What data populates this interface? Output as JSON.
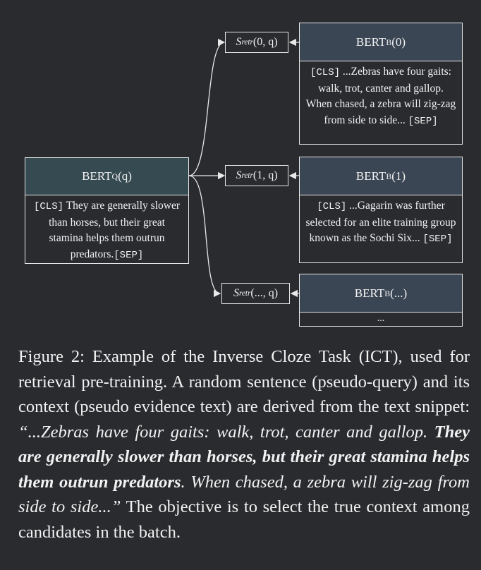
{
  "query_box": {
    "title_main": "BERT",
    "title_sub": "Q",
    "title_arg": "(q)",
    "cls": "[CLS]",
    "text": "They are generally slower than horses, but their great stamina helps them outrun predators.",
    "sep": "[SEP]"
  },
  "scores": [
    {
      "main": "S",
      "sub": "retr",
      "arg": "(0, q)"
    },
    {
      "main": "S",
      "sub": "retr",
      "arg": "(1, q)"
    },
    {
      "main": "S",
      "sub": "retr",
      "arg": "(..., q)"
    }
  ],
  "evidence_boxes": [
    {
      "title_main": "BERT",
      "title_sub": "B",
      "title_arg": "(0)",
      "cls": "[CLS]",
      "text": "...Zebras have four gaits: walk, trot, canter and gallop. When chased, a zebra will zig-zag from side to side...",
      "sep": "[SEP]"
    },
    {
      "title_main": "BERT",
      "title_sub": "B",
      "title_arg": "(1)",
      "cls": "[CLS]",
      "text": "...Gagarin was further selected for an elite training group known as the Sochi Six...",
      "sep": "[SEP]"
    },
    {
      "title_main": "BERT",
      "title_sub": "B",
      "title_arg": "(...)",
      "text": "..."
    }
  ],
  "caption": {
    "p1": "Figure 2: Example of the Inverse Cloze Task (ICT), used for retrieval pre-training. A random sentence (pseudo-query) and its context (pseudo evidence text) are derived from the text snippet: ",
    "i1": "“...Zebras have four gaits: walk, trot, canter and gallop. ",
    "b1": "They are generally slower than horses, but their great stamina helps them outrun predators",
    "i2": ". When chased, a zebra will zig-zag from side to side...”",
    "p2": " The objective is to select the true context among candidates in the batch."
  }
}
